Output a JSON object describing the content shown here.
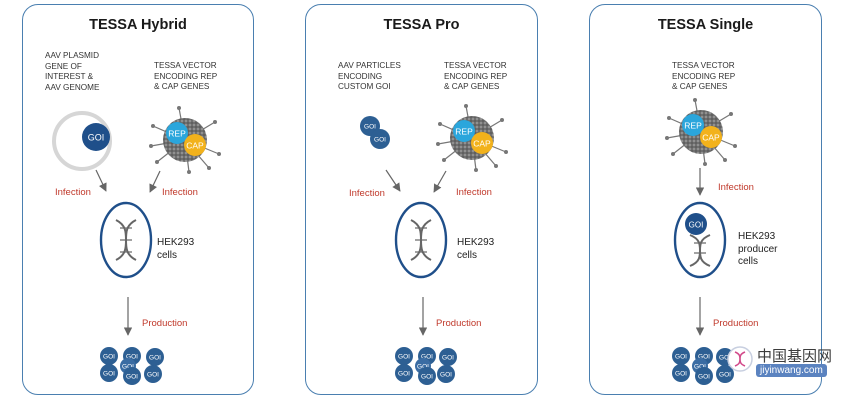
{
  "panels": [
    {
      "title": "TESSA Hybrid",
      "label_left": [
        "AAV PLASMID",
        "GENE OF",
        "INTEREST &",
        "AAV GENOME"
      ],
      "label_right": [
        "TESSA VECTOR",
        "ENCODING REP",
        "& CAP GENES"
      ],
      "infection_left": "Infection",
      "infection_right": "Infection",
      "plasmid_text": "GOI",
      "rep": "REP",
      "cap": "CAP",
      "cell": [
        "HEK293",
        "cells"
      ],
      "production": "Production",
      "goi": "GOI"
    },
    {
      "title": "TESSA Pro",
      "label_left": [
        "AAV PARTICLES",
        "ENCODING",
        "CUSTOM GOI"
      ],
      "label_right": [
        "TESSA VECTOR",
        "ENCODING REP",
        "& CAP GENES"
      ],
      "infection_left": "Infection",
      "infection_right": "Infection",
      "rep": "REP",
      "cap": "CAP",
      "cell": [
        "HEK293",
        "cells"
      ],
      "production": "Production",
      "goi": "GOI"
    },
    {
      "title": "TESSA Single",
      "label_top": [
        "TESSA VECTOR",
        "ENCODING REP",
        "& CAP GENES"
      ],
      "infection": "Infection",
      "rep": "REP",
      "cap": "CAP",
      "cell_goi": "GOI",
      "cell": [
        "HEK293",
        "producer",
        "cells"
      ],
      "production": "Production",
      "goi": "GOI"
    }
  ],
  "watermark": {
    "cn": "中国基因网",
    "url": "jiyinwang.com"
  },
  "colors": {
    "border": "#4a7fb0",
    "rep": "#2ba6dc",
    "cap": "#f2b21c",
    "goi": "#1f4f8a",
    "infection": "#c0392b"
  }
}
